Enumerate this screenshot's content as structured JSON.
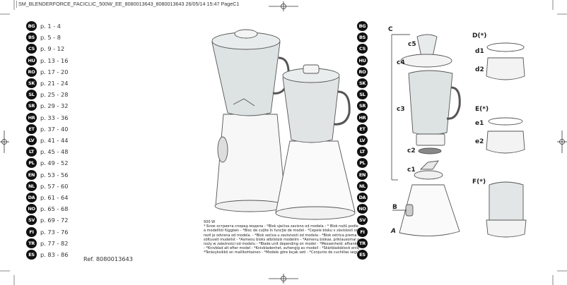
{
  "header": {
    "text": "SM_BLENDERFORCE_FACICLIC_500W_EE_8080013643_8080013643  26/05/14  15:47  PageC1"
  },
  "languages": [
    {
      "code": "BG",
      "pages": "p. 1 - 4"
    },
    {
      "code": "BS",
      "pages": "p. 5 - 8"
    },
    {
      "code": "CS",
      "pages": "p. 9 - 12"
    },
    {
      "code": "HU",
      "pages": "p. 13 - 16"
    },
    {
      "code": "RO",
      "pages": "p. 17 - 20"
    },
    {
      "code": "SK",
      "pages": "p. 21 - 24"
    },
    {
      "code": "SL",
      "pages": "p. 25 - 28"
    },
    {
      "code": "SR",
      "pages": "p. 29 - 32"
    },
    {
      "code": "HR",
      "pages": "p. 33 - 36"
    },
    {
      "code": "ET",
      "pages": "p. 37 - 40"
    },
    {
      "code": "LV",
      "pages": "p. 41 - 44"
    },
    {
      "code": "LT",
      "pages": "p. 45 - 48"
    },
    {
      "code": "PL",
      "pages": "p. 49 - 52"
    },
    {
      "code": "EN",
      "pages": "p. 53 - 56"
    },
    {
      "code": "NL",
      "pages": "p. 57 - 60"
    },
    {
      "code": "DA",
      "pages": "p. 61 - 64"
    },
    {
      "code": "NO",
      "pages": "p. 65 - 68"
    },
    {
      "code": "SV",
      "pages": "p. 69 - 72"
    },
    {
      "code": "FI",
      "pages": "p. 73 - 76"
    },
    {
      "code": "TR",
      "pages": "p. 77 - 82"
    },
    {
      "code": "ES",
      "pages": "p. 83 - 86"
    }
  ],
  "reference": "Ref. 8080013643",
  "legal": {
    "power": "500 W",
    "lines": [
      "* Блок остриета според модела - *Blok sječiva zavisno od modela - * Blok nožů podle modelu - *Vágókés",
      "a modelltől függően - *Bloc de cuţite în funcţie de model - *Čepele bloku v závislosti od modelu - *Enota",
      "rezil je odvisna od modela. - *Blok sečiva u zavisnosti od modela - *Blok oštrica prema modelu - *Tera",
      "sõltuvalt mudelist - *Asmeņu bloks atbilstoši modelim - *Ašmenų blokas, priklausomai nuo modelio - *Blok",
      "noży w zależności od modelu - *Blade unit depending on model - *Messenheid: afhankelijk van het model",
      "- *Knivblad alt efter model - *Knivbladenhet, avhengig av modell - *Skärbladsblock enligt modell",
      "*Terävyksikkö on mallikohtainen - *Modele göre bıçak seti - *Conjunto de cuchillas según el modelo"
    ]
  },
  "parts": {
    "C": "C",
    "c5": "c5",
    "c4": "c4",
    "c3": "c3",
    "c2": "c2",
    "c1": "c1",
    "B": "B",
    "A": "A",
    "D": "D(*)",
    "d1": "d1",
    "d2": "d2",
    "E": "E(*)",
    "e1": "e1",
    "e2": "e2",
    "F": "F(*)"
  }
}
